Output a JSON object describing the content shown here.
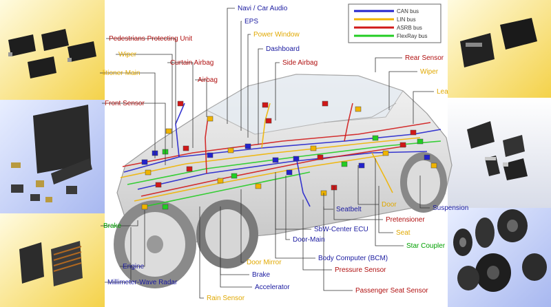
{
  "legend": [
    {
      "label": "CAN bus",
      "color": "#2222cc"
    },
    {
      "label": "LIN bus",
      "color": "#f0b400"
    },
    {
      "label": "ASRB bus",
      "color": "#d01818"
    },
    {
      "label": "FlexRay bus",
      "color": "#22cc22"
    }
  ],
  "label_colors": {
    "can": "#1a1aa0",
    "lin": "#e0a800",
    "asrb": "#b01010",
    "flex": "#00a000"
  },
  "labels": [
    {
      "key": "navi",
      "text": "Navi / Car Audio",
      "bus": "can"
    },
    {
      "key": "eps",
      "text": "EPS",
      "bus": "can"
    },
    {
      "key": "ped",
      "text": "Pedestrians Protecting Unit",
      "bus": "asrb"
    },
    {
      "key": "pwin",
      "text": "Power Window",
      "bus": "lin"
    },
    {
      "key": "wiper_l",
      "text": "Wiper",
      "bus": "lin"
    },
    {
      "key": "dash",
      "text": "Dashboard",
      "bus": "can"
    },
    {
      "key": "cairbag",
      "text": "Curtain Airbag",
      "bus": "asrb"
    },
    {
      "key": "sairbag",
      "text": "Side Airbag",
      "bus": "asrb"
    },
    {
      "key": "aircon",
      "text": "litioner-Main",
      "bus": "lin"
    },
    {
      "key": "airbag",
      "text": "Airbag",
      "bus": "asrb"
    },
    {
      "key": "front",
      "text": "Front Sensor",
      "bus": "asrb"
    },
    {
      "key": "rear",
      "text": "Rear Sensor",
      "bus": "asrb"
    },
    {
      "key": "wiper_r",
      "text": "Wiper",
      "bus": "lin"
    },
    {
      "key": "lea",
      "text": "Lea",
      "bus": "lin"
    },
    {
      "key": "door",
      "text": "Door",
      "bus": "lin"
    },
    {
      "key": "seatbelt",
      "text": "Seatbelt",
      "bus": "can"
    },
    {
      "key": "susp",
      "text": "Suspension",
      "bus": "can"
    },
    {
      "key": "pret",
      "text": "Pretensioner",
      "bus": "asrb"
    },
    {
      "key": "brake_l",
      "text": "Brake",
      "bus": "flex"
    },
    {
      "key": "sbw",
      "text": "SbW-Center ECU",
      "bus": "can"
    },
    {
      "key": "seat",
      "text": "Seat",
      "bus": "lin"
    },
    {
      "key": "doormain",
      "text": "Door-Main",
      "bus": "can"
    },
    {
      "key": "star",
      "text": "Star Coupler",
      "bus": "flex"
    },
    {
      "key": "engine",
      "text": "Engine",
      "bus": "can"
    },
    {
      "key": "bcm",
      "text": "Body Computer (BCM)",
      "bus": "can"
    },
    {
      "key": "dmirror",
      "text": "Door Mirror",
      "bus": "lin"
    },
    {
      "key": "mmw",
      "text": "Millimeter-Wave Radar",
      "bus": "can"
    },
    {
      "key": "pressure",
      "text": "Pressure Sensor",
      "bus": "asrb"
    },
    {
      "key": "brake_b",
      "text": "Brake",
      "bus": "can"
    },
    {
      "key": "accel",
      "text": "Accelerator",
      "bus": "can"
    },
    {
      "key": "pseat",
      "text": "Passenger Seat Sensor",
      "bus": "asrb"
    },
    {
      "key": "rain",
      "text": "Rain Sensor",
      "bus": "lin"
    }
  ]
}
